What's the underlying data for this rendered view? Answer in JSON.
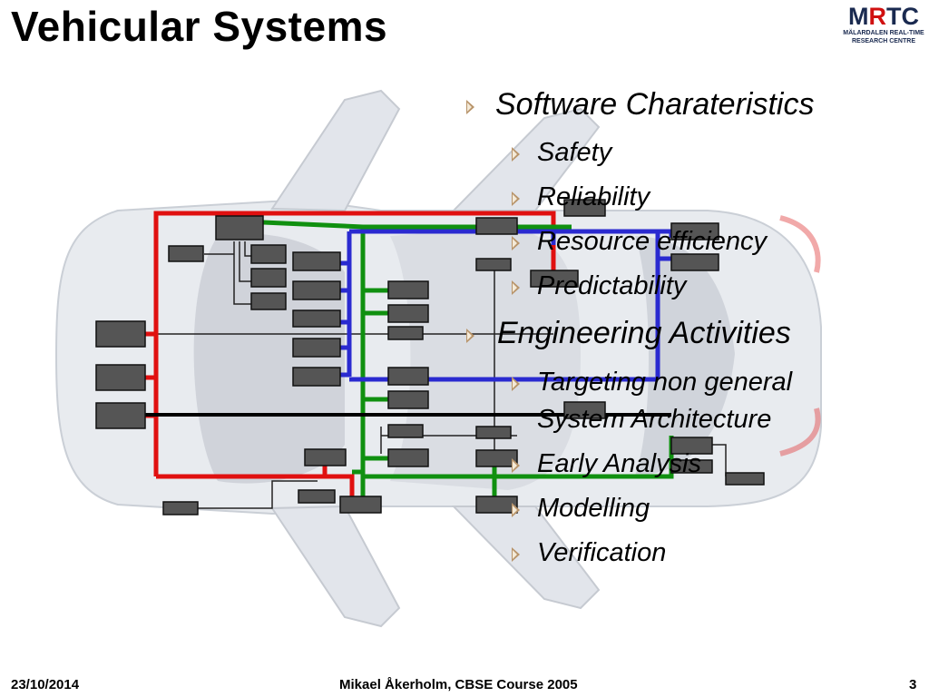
{
  "slide": {
    "title": "Vehicular Systems",
    "logo": {
      "main_dark": "M",
      "main_red": "R",
      "main_dark2": "TC",
      "sub_line1": "MÄLARDALEN REAL-TIME",
      "sub_line2": "RESEARCH CENTRE"
    },
    "bullets": [
      {
        "text": "Software Charateristics",
        "children": [
          "Safety",
          "Reliability",
          "Resource efficiency",
          "Predictability"
        ]
      },
      {
        "text": "Engineering Activities",
        "children": [
          "Targeting non general",
          "System Architecture",
          "Early Analysis",
          "Modelling",
          "Verification"
        ]
      }
    ],
    "footer": {
      "date": "23/10/2014",
      "author": "Mikael Åkerholm, CBSE Course 2005",
      "page": "3"
    }
  },
  "colors": {
    "red_bus": "#e01010",
    "green_bus": "#109010",
    "blue_bus": "#2a2ad0",
    "ecu": "#555555",
    "bullet_arrow": "#b8946a"
  }
}
